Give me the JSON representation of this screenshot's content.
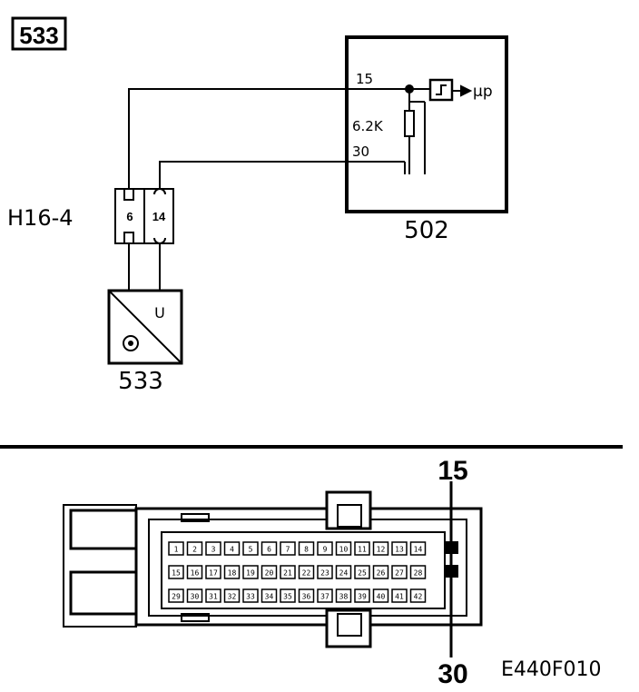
{
  "diagram": {
    "tag_box_label": "533",
    "ecu": {
      "label": "502",
      "pin_top": "15",
      "pin_bottom": "30",
      "resistor_label": "6.2K",
      "output_label": "µp"
    },
    "connector": {
      "label": "H16-4",
      "pin_left": "6",
      "pin_right": "14"
    },
    "sensor": {
      "label": "533",
      "symbol_u": "U"
    }
  },
  "connector_view": {
    "pin_callout_top": "15",
    "pin_callout_bottom": "30",
    "figure_code": "E440F010",
    "rows": [
      [
        "1",
        "2",
        "3",
        "4",
        "5",
        "6",
        "7",
        "8",
        "9",
        "10",
        "11",
        "12",
        "13",
        "14"
      ],
      [
        "15",
        "16",
        "17",
        "18",
        "19",
        "20",
        "21",
        "22",
        "23",
        "24",
        "25",
        "26",
        "27",
        "28"
      ],
      [
        "29",
        "30",
        "31",
        "32",
        "33",
        "34",
        "35",
        "36",
        "37",
        "38",
        "39",
        "40",
        "41",
        "42"
      ]
    ]
  }
}
